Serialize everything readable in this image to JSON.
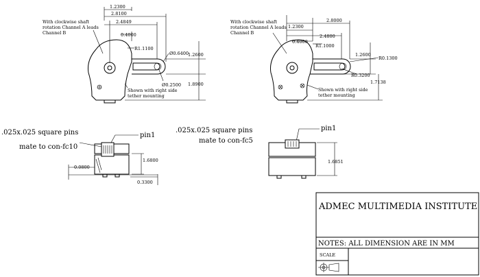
{
  "drawing": {
    "left_view": {
      "dim_12300": "1.2300",
      "dim_28100": "2.8100",
      "dim_24849": "2.4849",
      "dim_04000": "0.4000",
      "radius_11100": "R1.1100",
      "dia_06400": "Ø0.6400",
      "dim_12600": "1.2600",
      "dim_18900": "1.8900",
      "dia_02500": "Ø0.2500",
      "note_clockwise_l1": "With clockwise shaft",
      "note_clockwise_l2": "rotation Channel A leads",
      "note_clockwise_l3": "Channel B",
      "note_tether_l1": "Shown with right side",
      "note_tether_l2": "tether mounting"
    },
    "right_view": {
      "dim_28000": "2.8000",
      "dim_12300": "1.2300",
      "dim_24800": "2.4800",
      "dim_04000": "0.4000",
      "radius_10000": "R1.1000",
      "dim_12600": "1.2600",
      "radius_01300": "R0.1300",
      "radius_03200": "R0.3200",
      "dim_17138": "1.7138",
      "note_clockwise_l1": "With clockwise shaft",
      "note_clockwise_l2": "rotation Channel A leads",
      "note_clockwise_l3": "Channel B",
      "note_tether_l1": "Shown with right side",
      "note_tether_l2": "tether mounting"
    },
    "bottom_left": {
      "pins_l1": ".025x.025 square pins",
      "pins_l2": "mate to con-fc10",
      "pin1": "pin1",
      "dim_16800": "1.6800",
      "dim_00800": "0.0800",
      "dim_03300": "0.3300"
    },
    "bottom_right": {
      "pins_l1": ".025x.025 square pins",
      "pins_l2": "mate to con-fc5",
      "pin1": "pin1",
      "dim_16851": "1.6851"
    }
  },
  "title_block": {
    "title": "ADMEC MULTIMEDIA INSTITUTE",
    "notes": "NOTES: ALL DIMENSION ARE IN MM",
    "scale_label": "SCALE"
  }
}
